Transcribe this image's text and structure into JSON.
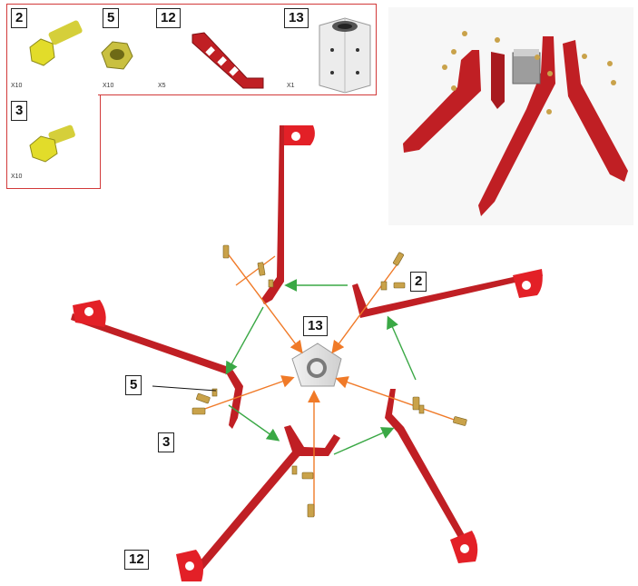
{
  "parts": [
    {
      "id": "2",
      "qty": "X10"
    },
    {
      "id": "5",
      "qty": "X10"
    },
    {
      "id": "12",
      "qty": "X5"
    },
    {
      "id": "13",
      "qty": "X1"
    },
    {
      "id": "3",
      "qty": "X10"
    }
  ],
  "callouts": {
    "bolt_long": "2",
    "center_hub": "13",
    "nut": "5",
    "bolt_short": "3",
    "leg": "12"
  },
  "colors": {
    "frame_border": "#d23a3a",
    "leg_red": "#c01f24",
    "arrow_orange": "#f07a28",
    "arrow_green": "#3aa845",
    "hardware_brass": "#c9a24a",
    "hub_grey": "#c9c9c9"
  }
}
